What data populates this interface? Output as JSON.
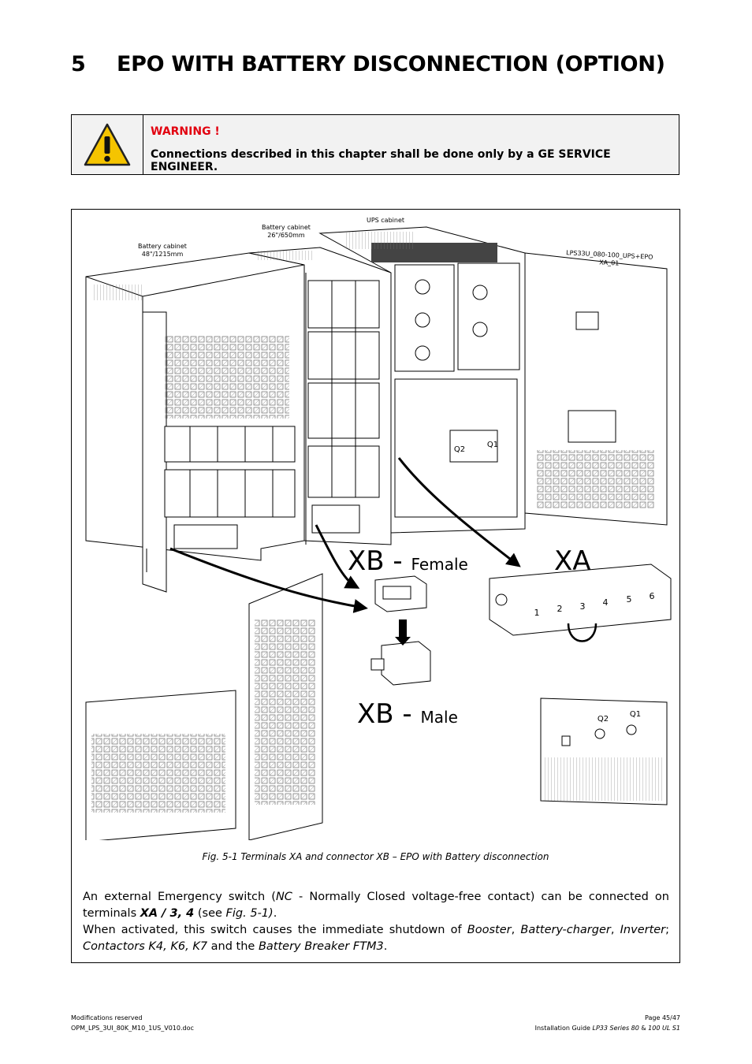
{
  "heading": {
    "number": "5",
    "title": "EPO WITH BATTERY DISCONNECTION (OPTION)"
  },
  "warning": {
    "icon": "warning-triangle-icon",
    "title": "WARNING !",
    "text": "Connections described in this chapter shall be done only by a GE SERVICE ENGINEER.",
    "title_color": "#e2000f"
  },
  "figure": {
    "labels": {
      "battery_cabinet_large": "Battery cabinet",
      "battery_cabinet_large_size": "48\"/1215mm",
      "battery_cabinet_small": "Battery cabinet",
      "battery_cabinet_small_size": "26\"/650mm",
      "ups_cabinet": "UPS cabinet",
      "drawing_ref": "LPS33U_080-100_UPS+EPO XA_01",
      "q1": "Q1",
      "q2": "Q2"
    },
    "xb_female": {
      "prefix": "XB - ",
      "suffix": "Female"
    },
    "xb_male": {
      "prefix": "XB - ",
      "suffix": "Male"
    },
    "xa": "XA",
    "terminals": [
      "1",
      "2",
      "3",
      "4",
      "5",
      "6"
    ],
    "caption": "Fig. 5-1   Terminals XA and connector XB – EPO with Battery disconnection"
  },
  "body": {
    "p1_a": "An external Emergency switch (",
    "p1_nc": "NC",
    "p1_b": " - Normally Closed voltage-free contact) can be connected on terminals ",
    "p1_terms": "XA / 3, 4",
    "p1_c": " (see ",
    "p1_fig": "Fig. 5-1)",
    "p1_d": ".",
    "p2_a": "When activated, this switch causes the immediate shutdown of ",
    "p2_booster": "Booster",
    "p2_sep1": ", ",
    "p2_charger": "Battery-charger",
    "p2_sep2": ", ",
    "p2_inverter": "Inverter",
    "p2_sep3": "; ",
    "p2_contactors": "Contactors K4, K6, K7",
    "p2_b": " and the ",
    "p2_breaker": "Battery Breaker FTM3",
    "p2_c": "."
  },
  "footer": {
    "left_line1": "Modifications reserved",
    "left_line2": "OPM_LPS_3UI_80K_M10_1US_V010.doc",
    "right_line1": "Page 45/47",
    "right_line2_a": "Installation Guide ",
    "right_line2_b": "LP33 Series 80",
    "right_line2_c": " & ",
    "right_line2_d": "100 UL S1"
  }
}
